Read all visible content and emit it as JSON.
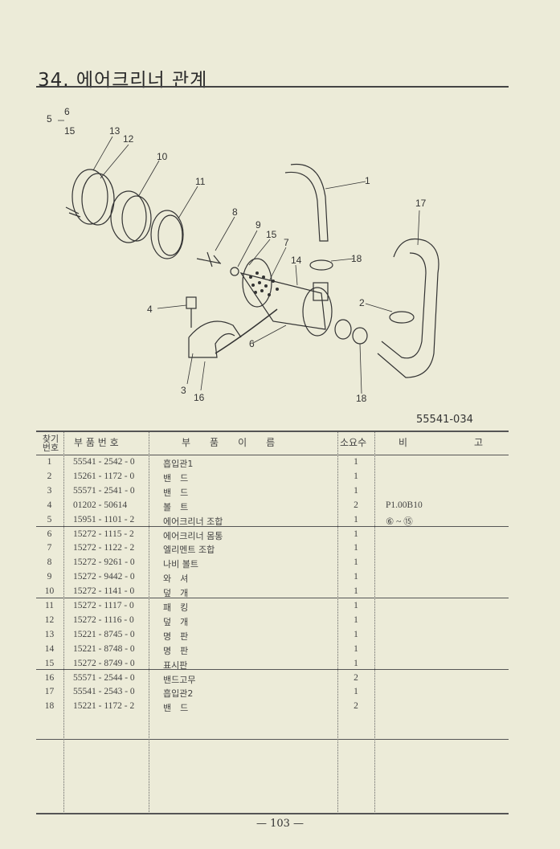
{
  "title": "34.  에어크리너 관계",
  "figure_number": "55541-034",
  "callouts": {
    "c5": "5",
    "c6": "6",
    "c15a": "15",
    "c13": "13",
    "c12": "12",
    "c10": "10",
    "c11": "11",
    "c8": "8",
    "c9": "9",
    "c15": "15",
    "c7": "7",
    "c14": "14",
    "c1": "1",
    "c17": "17",
    "c18a": "18",
    "c2": "2",
    "c4": "4",
    "c6b": "6",
    "c3": "3",
    "c16": "16",
    "c18b": "18"
  },
  "table": {
    "headers": {
      "ref": "찾기번호",
      "part_no": "부 품 번 호",
      "name": "부　　품　　이　　름",
      "qty": "소요수",
      "remarks_1": "비",
      "remarks_2": "고"
    },
    "rows": [
      {
        "ref": "1",
        "part_no": "55541 - 2542 - 0",
        "name": "흡입관1",
        "qty": "1",
        "remarks": ""
      },
      {
        "ref": "2",
        "part_no": "15261 - 1172 - 0",
        "name": "밴　드",
        "qty": "1",
        "remarks": ""
      },
      {
        "ref": "3",
        "part_no": "55571 - 2541 - 0",
        "name": "밴　드",
        "qty": "1",
        "remarks": ""
      },
      {
        "ref": "4",
        "part_no": "01202 - 50614",
        "name": "볼　트",
        "qty": "2",
        "remarks": "P1.00B10"
      },
      {
        "ref": "5",
        "part_no": "15951 - 1101 - 2",
        "name": "에어크리너 조합",
        "qty": "1",
        "remarks": "⑥ ~ ⑮"
      },
      {
        "ref": "6",
        "part_no": "15272 - 1115 - 2",
        "name": "에어크리너 몸통",
        "qty": "1",
        "remarks": ""
      },
      {
        "ref": "7",
        "part_no": "15272 - 1122 - 2",
        "name": "엘리멘트 조합",
        "qty": "1",
        "remarks": ""
      },
      {
        "ref": "8",
        "part_no": "15272 - 9261 - 0",
        "name": "나비 볼트",
        "qty": "1",
        "remarks": ""
      },
      {
        "ref": "9",
        "part_no": "15272 - 9442 - 0",
        "name": "와　셔",
        "qty": "1",
        "remarks": ""
      },
      {
        "ref": "10",
        "part_no": "15272 - 1141 - 0",
        "name": "덮　개",
        "qty": "1",
        "remarks": ""
      },
      {
        "ref": "11",
        "part_no": "15272 - 1117 - 0",
        "name": "패　킹",
        "qty": "1",
        "remarks": ""
      },
      {
        "ref": "12",
        "part_no": "15272 - 1116 - 0",
        "name": "덮　개",
        "qty": "1",
        "remarks": ""
      },
      {
        "ref": "13",
        "part_no": "15221 - 8745 - 0",
        "name": "명　판",
        "qty": "1",
        "remarks": ""
      },
      {
        "ref": "14",
        "part_no": "15221 - 8748 - 0",
        "name": "명　판",
        "qty": "1",
        "remarks": ""
      },
      {
        "ref": "15",
        "part_no": "15272 - 8749 - 0",
        "name": "표시판",
        "qty": "1",
        "remarks": ""
      },
      {
        "ref": "16",
        "part_no": "55571 - 2544 - 0",
        "name": "밴드고무",
        "qty": "2",
        "remarks": ""
      },
      {
        "ref": "17",
        "part_no": "55541 - 2543 - 0",
        "name": "흡입관2",
        "qty": "1",
        "remarks": ""
      },
      {
        "ref": "18",
        "part_no": "15221 - 1172 - 2",
        "name": "밴　드",
        "qty": "2",
        "remarks": ""
      }
    ]
  },
  "page_number": "— 103 —"
}
